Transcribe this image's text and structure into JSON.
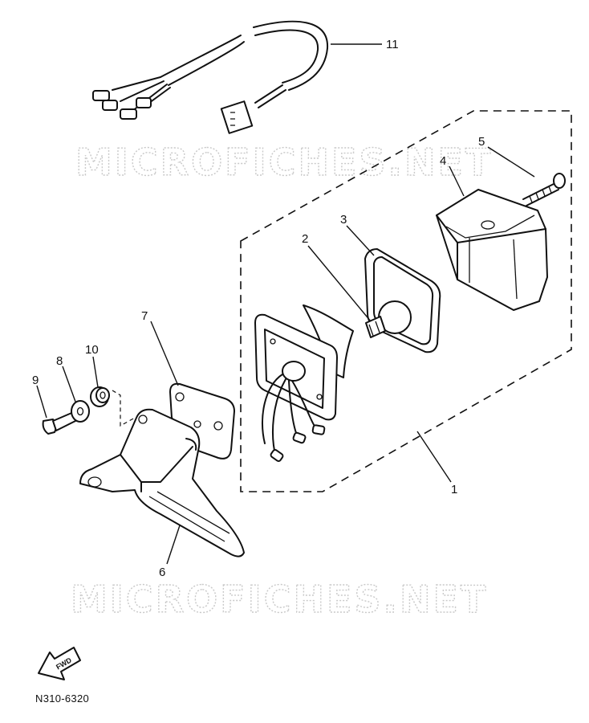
{
  "watermark": "MICROFICHES.NET",
  "fwd_label": "FWD",
  "diagram_code": "N310-6320",
  "callouts": {
    "c1": "1",
    "c2": "2",
    "c3": "3",
    "c4": "4",
    "c5": "5",
    "c6": "6",
    "c7": "7",
    "c8": "8",
    "c9": "9",
    "c10": "10",
    "c11": "11"
  }
}
